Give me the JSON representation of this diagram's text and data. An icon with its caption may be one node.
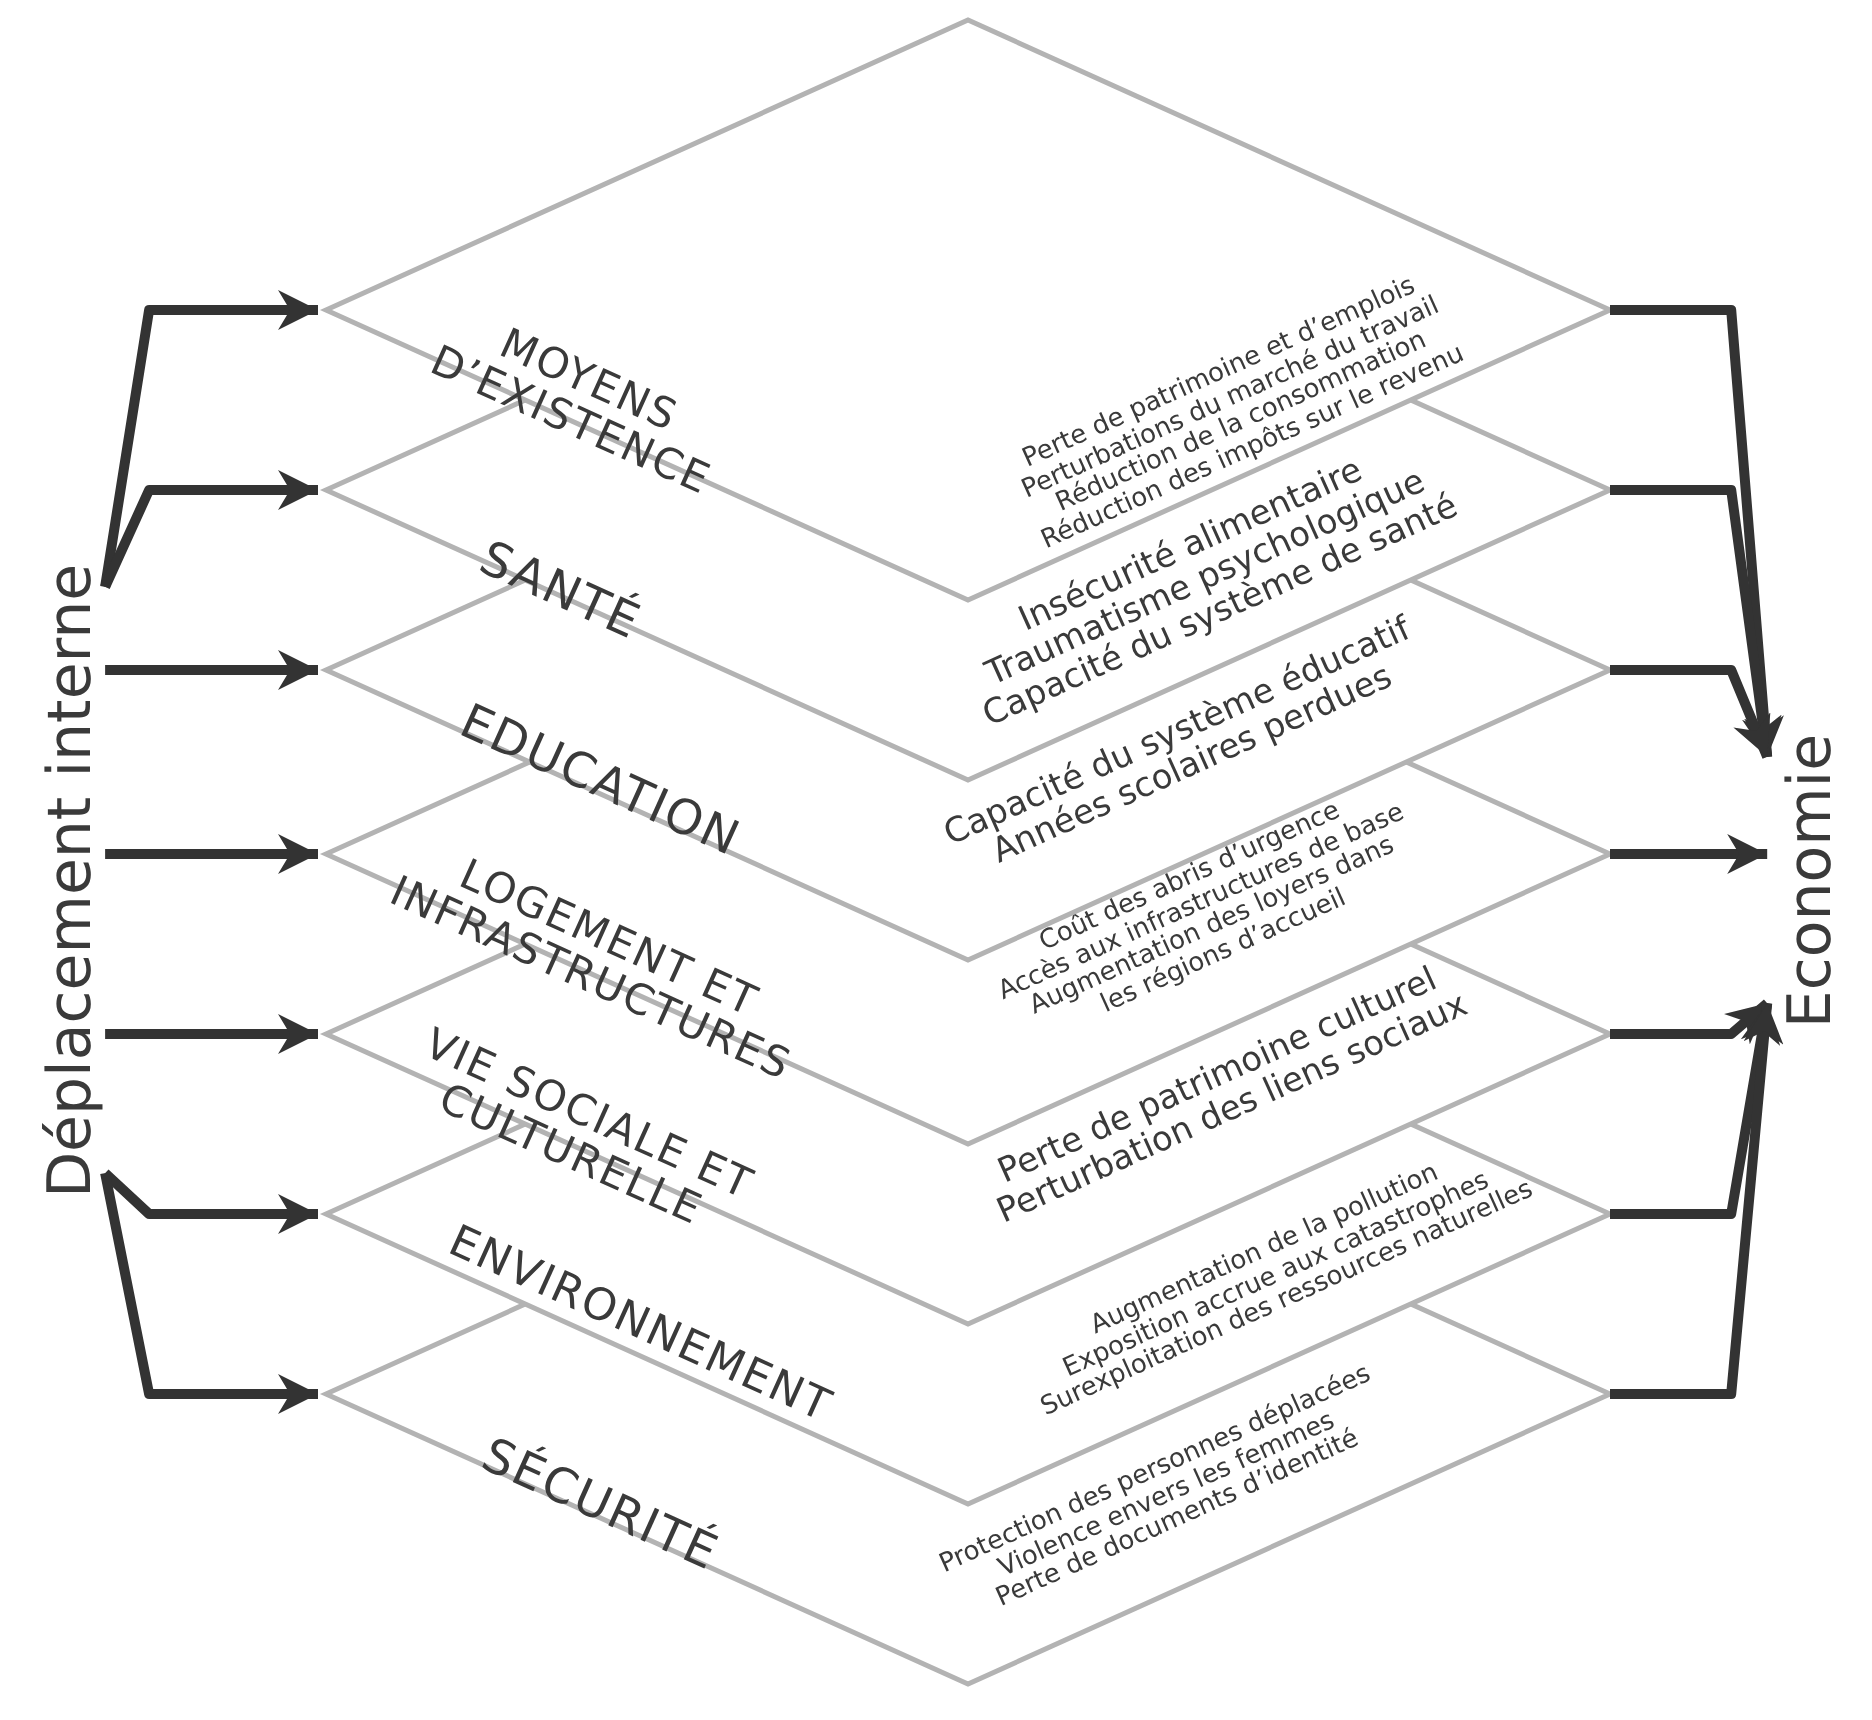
{
  "diagram": {
    "nodes": [
      {
        "text": [
          "Déplacement interne"
        ]
      },
      {
        "text": [
          "MOYENS D’EXISTENCE",
          "Perte de patrimoine et d’emplois",
          "Perturbations du marché du travail",
          "Réduction de la consommation",
          "Réduction des impôts sur le revenu"
        ]
      },
      {
        "text": [
          "SANTÉ",
          "Insécurité alimentaire",
          "Traumatisme psychologique",
          "Capacité du système de santé"
        ]
      },
      {
        "text": [
          "EDUCATION",
          "Capacité du système éducatif",
          "Années scolaires perdues"
        ]
      },
      {
        "text": [
          "LOGEMENT ET INFRASTRUCTURES",
          "Coût des abris d’urgence",
          "Accès aux infrastructures de base",
          "Augmentation des loyers dans les régions d’accueil"
        ]
      },
      {
        "text": [
          "VIE SOCIALE ET CULTURELLE",
          "Perte de patrimoine culturel",
          "Perturbation des liens sociaux"
        ]
      },
      {
        "text": [
          "ENVIRONNEMENT",
          "Augmentation de la pollution",
          "Exposition accrue aux catastrophes",
          "Surexploitation des ressources naturelles"
        ]
      },
      {
        "text": [
          "SÉCURITÉ",
          "Protection des personnes déplacées",
          "Violence envers les femmes",
          "Perte de documents d’identité"
        ]
      },
      {
        "text": [
          "Economie"
        ]
      }
    ],
    "edges": [
      {
        "from": 0,
        "to": 1,
        "arrow": "to"
      },
      {
        "from": 0,
        "to": 2,
        "arrow": "to"
      },
      {
        "from": 0,
        "to": 3,
        "arrow": "to"
      },
      {
        "from": 0,
        "to": 4,
        "arrow": "to"
      },
      {
        "from": 0,
        "to": 5,
        "arrow": "to"
      },
      {
        "from": 0,
        "to": 6,
        "arrow": "to"
      },
      {
        "from": 0,
        "to": 7,
        "arrow": "to"
      },
      {
        "from": 1,
        "to": 8,
        "arrow": "to"
      },
      {
        "from": 2,
        "to": 8,
        "arrow": "to"
      },
      {
        "from": 3,
        "to": 8,
        "arrow": "to"
      },
      {
        "from": 4,
        "to": 8,
        "arrow": "to"
      },
      {
        "from": 5,
        "to": 8,
        "arrow": "to"
      },
      {
        "from": 6,
        "to": 8,
        "arrow": "to"
      },
      {
        "from": 7,
        "to": 8,
        "arrow": "to"
      }
    ]
  }
}
